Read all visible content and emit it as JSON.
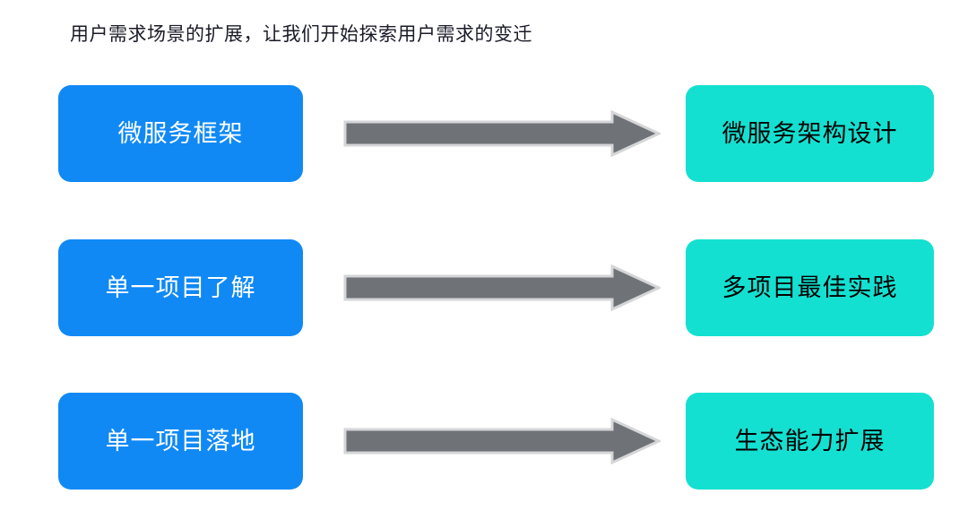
{
  "slide": {
    "title": "用户需求场景的扩展，让我们开始探索用户需求的变迁",
    "background_color": "#ffffff"
  },
  "theme": {
    "source_box_color": "#1089f5",
    "source_text_color": "#ffffff",
    "target_box_color": "#14e0d1",
    "target_text_color": "#010101",
    "arrow_fill_color": "#6f7377",
    "arrow_outline_color": "#d5d6d8",
    "title_text_color": "#1b1b28"
  },
  "rows": [
    {
      "source_label": "微服务框架",
      "arrow_name": "arrow-right",
      "target_label": "微服务架构设计"
    },
    {
      "source_label": "单一项目了解",
      "arrow_name": "arrow-right",
      "target_label": "多项目最佳实践"
    },
    {
      "source_label": "单一项目落地",
      "arrow_name": "arrow-right",
      "target_label": "生态能力扩展"
    }
  ]
}
